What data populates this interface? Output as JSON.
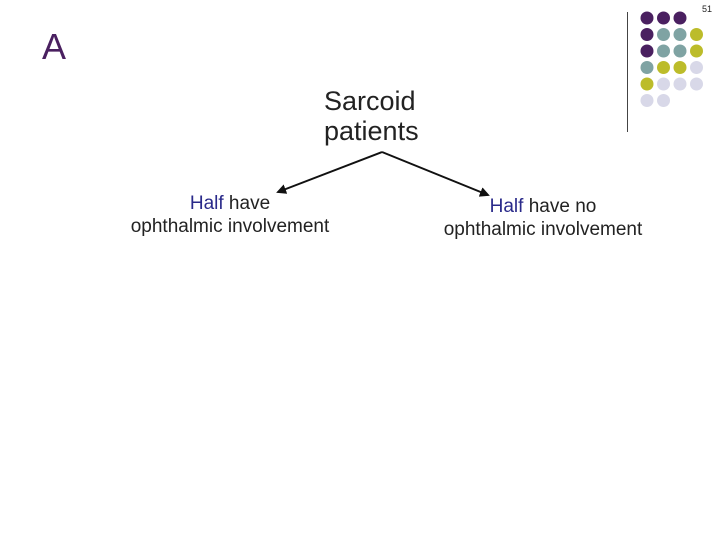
{
  "slide": {
    "number": "51",
    "title": "A"
  },
  "diagram": {
    "root": {
      "line1": "Sarcoid",
      "line2": "patients"
    },
    "left": {
      "accent": "Half",
      "rest1": " have",
      "line2": "ophthalmic involvement"
    },
    "right": {
      "accent": "Half",
      "rest1": " have no",
      "line2": "ophthalmic involvement"
    }
  },
  "colors": {
    "title": "#4a2060",
    "accent_text": "#2a2a8a",
    "dot_purple": "#4a2060",
    "dot_teal": "#7fa3a3",
    "dot_olive": "#bcbc2a",
    "dot_lavender": "#d8d8e8"
  },
  "decoration": {
    "dot_grid_rows": [
      [
        "purple",
        "purple",
        "purple"
      ],
      [
        "purple",
        "teal",
        "teal",
        "olive"
      ],
      [
        "purple",
        "teal",
        "teal",
        "olive"
      ],
      [
        "teal",
        "olive",
        "olive",
        "lavender"
      ],
      [
        "olive",
        "lavender",
        "lavender",
        "lavender"
      ],
      [
        "lavender",
        "lavender"
      ]
    ]
  }
}
